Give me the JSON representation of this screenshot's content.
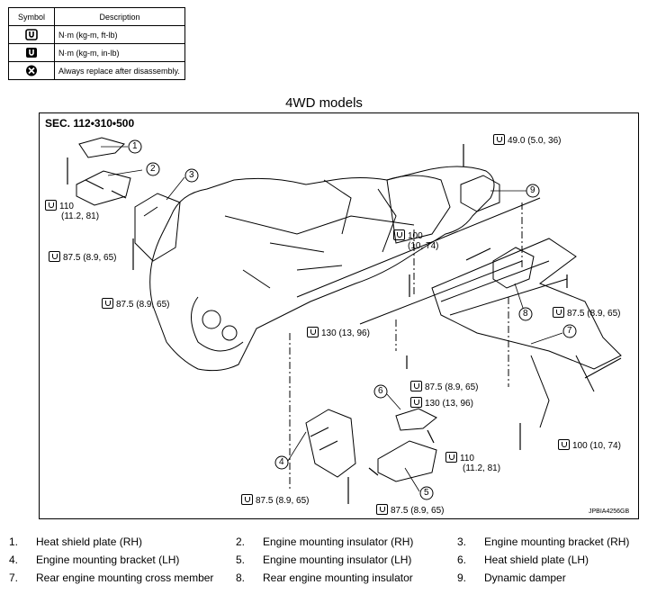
{
  "symbol_table": {
    "header_symbol": "Symbol",
    "header_description": "Description",
    "rows": [
      {
        "icon": "torque-wrench-icon",
        "description": "N·m (kg-m, ft-lb)"
      },
      {
        "icon": "torque-wrench-small-icon",
        "description": "N·m (kg-m, in-lb)"
      },
      {
        "icon": "replace-x-icon",
        "description": "Always replace after disassembly."
      }
    ]
  },
  "title": "4WD models",
  "section": "SEC. 112•310•500",
  "reference": "JPBIA4256GB",
  "torques": {
    "t1": "49.0 (5.0, 36)",
    "t2a": "110",
    "t2b": "(11.2, 81)",
    "t3": "87.5 (8.9, 65)",
    "t4": "87.5 (8.9, 65)",
    "t5a": "100",
    "t5b": "(10, 74)",
    "t6": "130 (13, 96)",
    "t7": "87.5 (8.9, 65)",
    "t8": "87.5 (8.9, 65)",
    "t9": "130 (13, 96)",
    "t10a": "110",
    "t10b": "(11.2, 81)",
    "t11": "100 (10, 74)",
    "t12": "87.5 (8.9, 65)",
    "t13": "87.5 (8.9, 65)"
  },
  "callouts": [
    "1",
    "2",
    "3",
    "4",
    "5",
    "6",
    "7",
    "8",
    "9"
  ],
  "legend": [
    {
      "n": "1.",
      "text": "Heat shield plate (RH)"
    },
    {
      "n": "2.",
      "text": "Engine mounting insulator (RH)"
    },
    {
      "n": "3.",
      "text": "Engine mounting bracket (RH)"
    },
    {
      "n": "4.",
      "text": "Engine mounting bracket (LH)"
    },
    {
      "n": "5.",
      "text": "Engine mounting insulator (LH)"
    },
    {
      "n": "6.",
      "text": "Heat shield plate (LH)"
    },
    {
      "n": "7.",
      "text": "Rear engine mounting cross member"
    },
    {
      "n": "8.",
      "text": "Rear engine mounting insulator"
    },
    {
      "n": "9.",
      "text": "Dynamic damper"
    }
  ]
}
